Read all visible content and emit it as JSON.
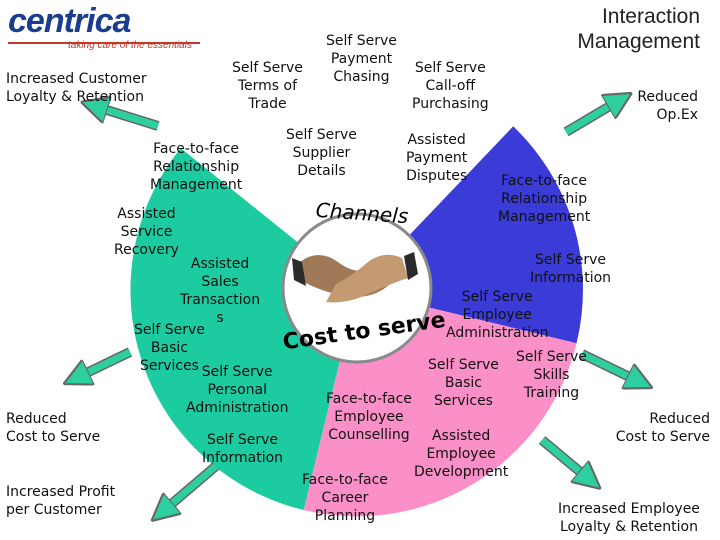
{
  "logo": {
    "name": "centrica",
    "tagline": "taking care of the essentials"
  },
  "title": "Interaction\nManagement",
  "hub": {
    "top_label": "Channels",
    "bottom_label": "Cost to serve"
  },
  "colors": {
    "teal": "#1dcba0",
    "blue": "#3b3bd8",
    "pink": "#fb8fc7",
    "white": "#ffffff",
    "arrow": "#2ecf9e"
  },
  "outcomes": {
    "top_left": "Increased Customer\nLoyalty & Retention",
    "top_right": "Reduced\nOp.Ex",
    "mid_left": "Reduced\nCost to Serve",
    "mid_right": "Reduced\nCost to Serve",
    "bottom_left": "Increased Profit\nper Customer",
    "bottom_right": "Increased Employee\nLoyalty & Retention"
  },
  "white_zone": {
    "terms_of_trade": "Self Serve\nTerms of\nTrade",
    "payment_chasing": "Self Serve\nPayment\nChasing",
    "call_off": "Self Serve\nCall-off\nPurchasing",
    "supplier_details": "Self Serve\nSupplier\nDetails",
    "payment_disputes": "Assisted\nPayment\nDisputes"
  },
  "teal_zone": {
    "f2f_rm": "Face-to-face\nRelationship\nManagement",
    "service_recovery": "Assisted\nService\nRecovery",
    "sales_transactions": "Assisted\nSales\nTransaction\ns",
    "basic_services": "Self Serve\nBasic\nServices",
    "personal_admin": "Self Serve\nPersonal\nAdministration",
    "information": "Self Serve\nInformation"
  },
  "blue_zone": {
    "f2f_rm": "Face-to-face\nRelationship\nManagement"
  },
  "pink_zone": {
    "information": "Self Serve\nInformation",
    "employee_admin": "Self Serve\nEmployee\nAdministration",
    "basic_services": "Self Serve\nBasic\nServices",
    "skills_training": "Self Serve\nSkills\nTraining",
    "counselling": "Face-to-face\nEmployee\nCounselling",
    "employee_dev": "Assisted\nEmployee\nDevelopment",
    "career_planning": "Face-to-face\nCareer\nPlanning"
  }
}
